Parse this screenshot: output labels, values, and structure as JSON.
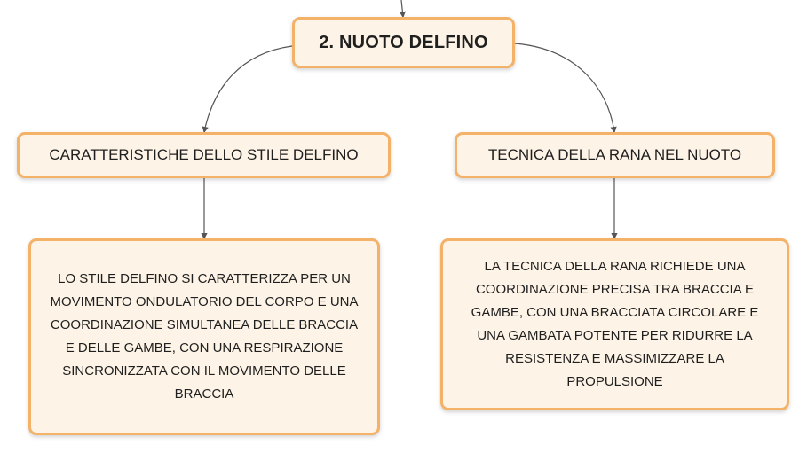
{
  "diagram": {
    "root": {
      "label": "2. NUOTO DELFINO"
    },
    "branches": [
      {
        "label": "CARATTERISTICHE DELLO STILE DELFINO",
        "detail": "LO STILE DELFINO SI CARATTERIZZA PER UN MOVIMENTO ONDULATORIO DEL CORPO E UNA COORDINAZIONE SIMULTANEA DELLE BRACCIA E DELLE GAMBE, CON UNA RESPIRAZIONE SINCRONIZZATA CON IL MOVIMENTO DELLE BRACCIA"
      },
      {
        "label": "TECNICA DELLA RANA NEL NUOTO",
        "detail": "LA TECNICA DELLA RANA RICHIEDE UNA COORDINAZIONE PRECISA TRA BRACCIA E GAMBE, CON UNA BRACCIATA CIRCOLARE E UNA GAMBATA POTENTE PER RIDURRE LA RESISTENZA E MASSIMIZZARE LA PROPULSIONE"
      }
    ]
  },
  "colors": {
    "node_fill": "#fdf3e6",
    "node_border": "#f4b168",
    "connector": "#555555"
  }
}
